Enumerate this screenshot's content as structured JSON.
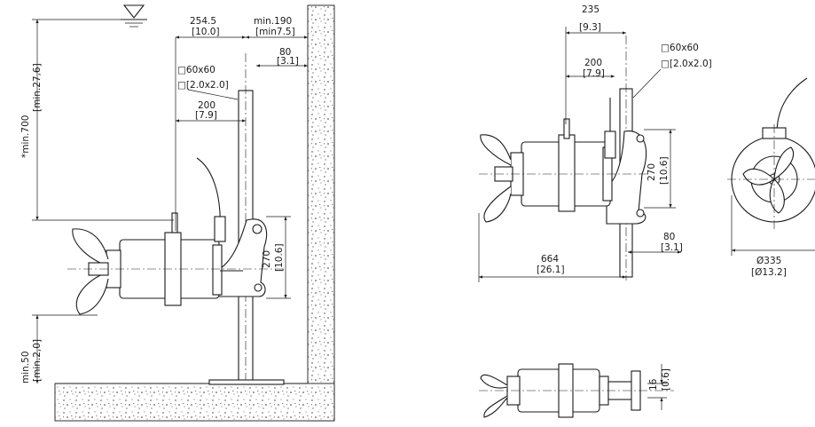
{
  "views": {
    "side": {
      "dim_254": "254.5",
      "dim_254_in": "[10.0]",
      "dim_min190": "min.190",
      "dim_min190_in": "[min7.5]",
      "dim_80": "80",
      "dim_80_in": "[3.1]",
      "dim_sq": "□60x60",
      "dim_sq_in": "□[2.0x2.0]",
      "dim_200": "200",
      "dim_200_in": "[7.9]",
      "dim_270": "270",
      "dim_270_in": "[10.6]",
      "dim_min700": "*min.700",
      "dim_min700_in": "[min.27,6]",
      "dim_min50": "min.50",
      "dim_min50_in": "[min.2,0]"
    },
    "front": {
      "dim_235": "235",
      "dim_235_in": "[9.3]",
      "dim_200": "200",
      "dim_200_in": "[7.9]",
      "dim_sq": "□60x60",
      "dim_sq_in": "□[2.0x2.0]",
      "dim_270": "270",
      "dim_270_in": "[10.6]",
      "dim_80": "80",
      "dim_80_in": "[3.1]",
      "dim_664": "664",
      "dim_664_in": "[26.1]"
    },
    "end": {
      "dim_dia": "Ø335",
      "dim_dia_in": "[Ø13.2]"
    },
    "top": {
      "dim_16": "16",
      "dim_16_in": "[0.6]"
    }
  }
}
